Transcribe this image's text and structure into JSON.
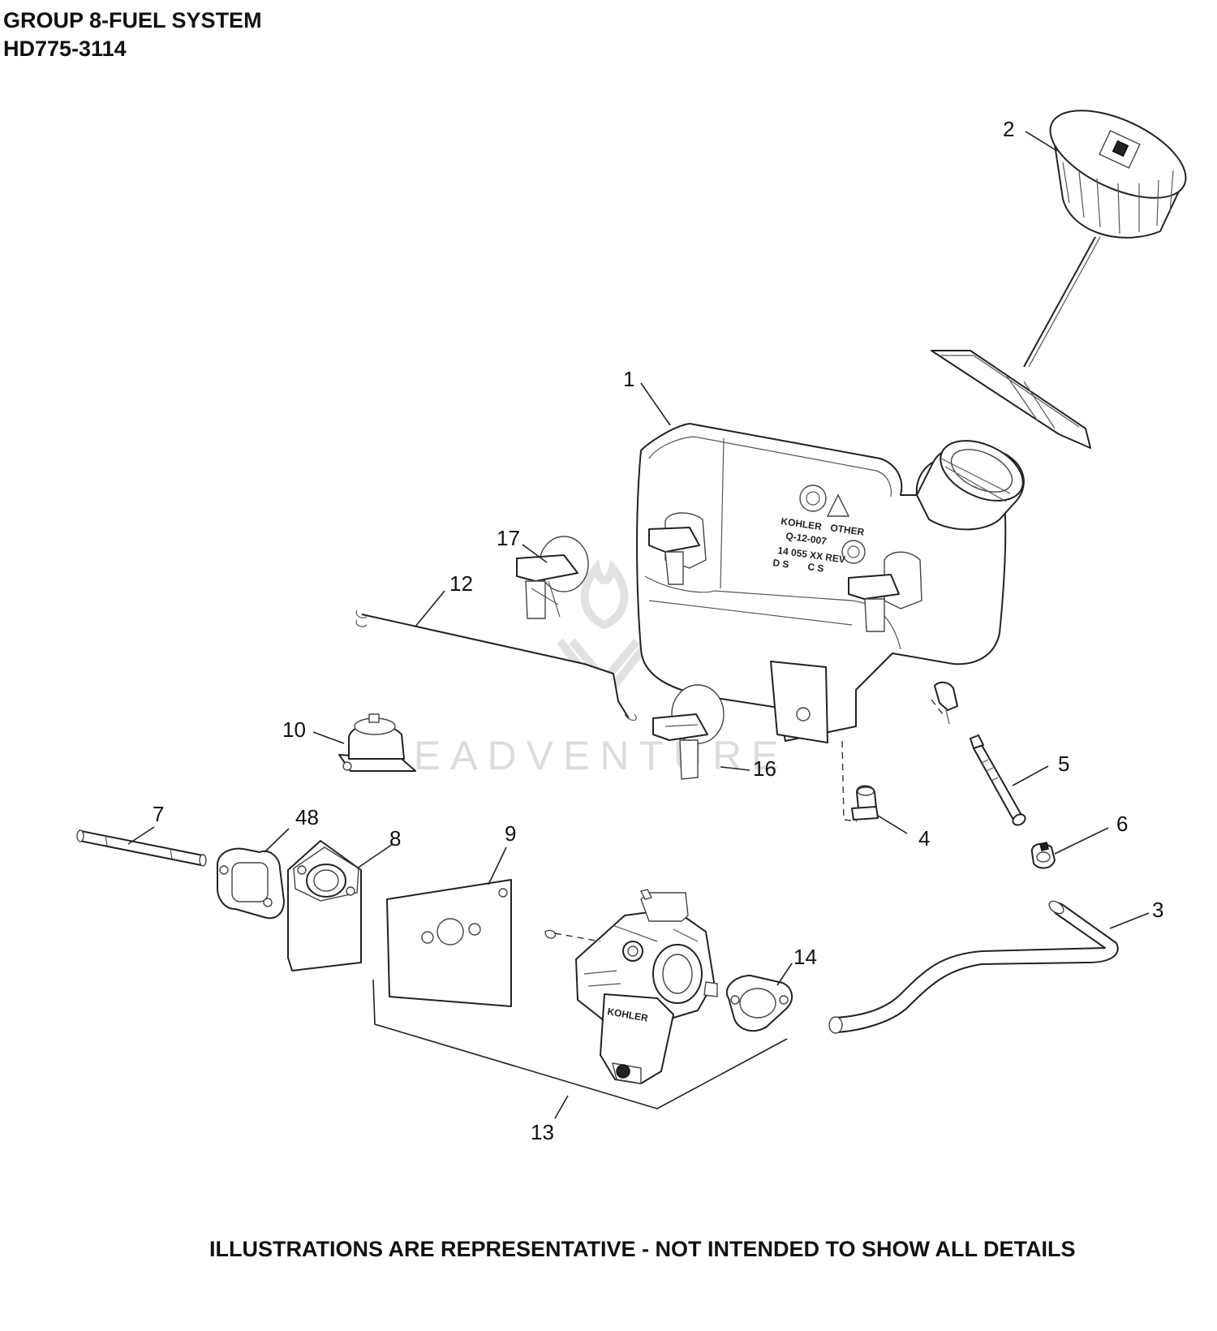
{
  "header": {
    "title": "GROUP 8-FUEL SYSTEM",
    "model": "HD775-3114"
  },
  "footer": {
    "note": "ILLUSTRATIONS ARE REPRESENTATIVE - NOT INTENDED TO SHOW ALL DETAILS"
  },
  "watermark": {
    "text": "LEADVENTURE"
  },
  "tank_markings": {
    "brand": "KOHLER",
    "code": "Q-12-007",
    "rev": "14 055 XX REV",
    "ds": "D S",
    "cs": "C S",
    "other": "OTHER"
  },
  "carburetor_marking": "KOHLER",
  "callouts": {
    "c1": "1",
    "c2": "2",
    "c3": "3",
    "c4": "4",
    "c5": "5",
    "c6": "6",
    "c7": "7",
    "c8": "8",
    "c9": "9",
    "c10": "10",
    "c12": "12",
    "c13": "13",
    "c14": "14",
    "c16": "16",
    "c17": "17",
    "c48": "48"
  }
}
